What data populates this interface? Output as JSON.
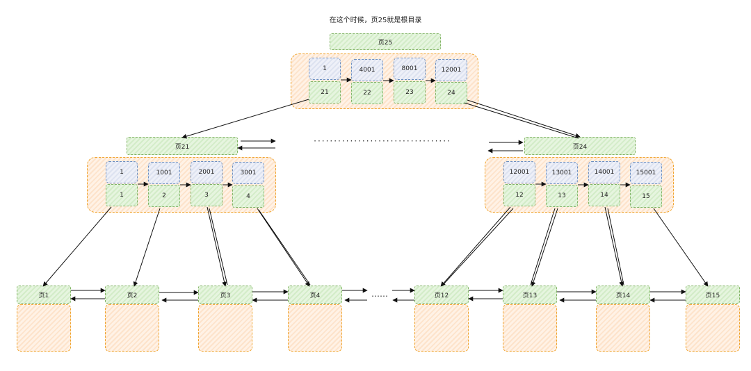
{
  "title": "在这个时候，页25就是根目录",
  "root": {
    "label": "页25",
    "keys": [
      "1",
      "4001",
      "8001",
      "12001"
    ],
    "pointers": [
      "21",
      "22",
      "23",
      "24"
    ]
  },
  "mid": [
    {
      "label": "页21",
      "keys": [
        "1",
        "1001",
        "2001",
        "3001"
      ],
      "pointers": [
        "1",
        "2",
        "3",
        "4"
      ]
    },
    {
      "label": "页24",
      "keys": [
        "12001",
        "13001",
        "14001",
        "15001"
      ],
      "pointers": [
        "12",
        "13",
        "14",
        "15"
      ]
    }
  ],
  "leaves": [
    "页1",
    "页2",
    "页3",
    "页4",
    "页12",
    "页13",
    "页14",
    "页15"
  ],
  "ellipsis": "……"
}
